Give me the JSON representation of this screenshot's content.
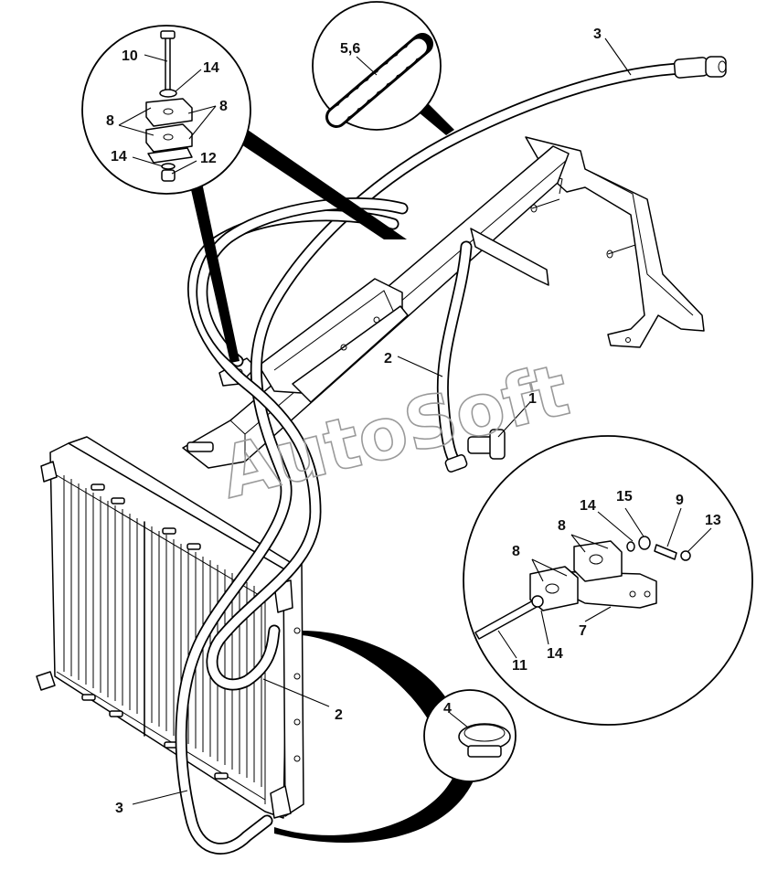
{
  "diagram": {
    "watermark": "AutoSoft",
    "callouts": {
      "c3_top": "3",
      "c5_6": "5,6",
      "c10": "10",
      "c14_a": "14",
      "c8_a": "8",
      "c8_b": "8",
      "c14_b": "14",
      "c12": "12",
      "c2_upper": "2",
      "c1": "1",
      "c14_c": "14",
      "c15": "15",
      "c9": "9",
      "c8_c": "8",
      "c13": "13",
      "c8_d": "8",
      "c7": "7",
      "c11": "11",
      "c14_d": "14",
      "c4": "4",
      "c2_lower": "2",
      "c3_lower": "3"
    }
  }
}
